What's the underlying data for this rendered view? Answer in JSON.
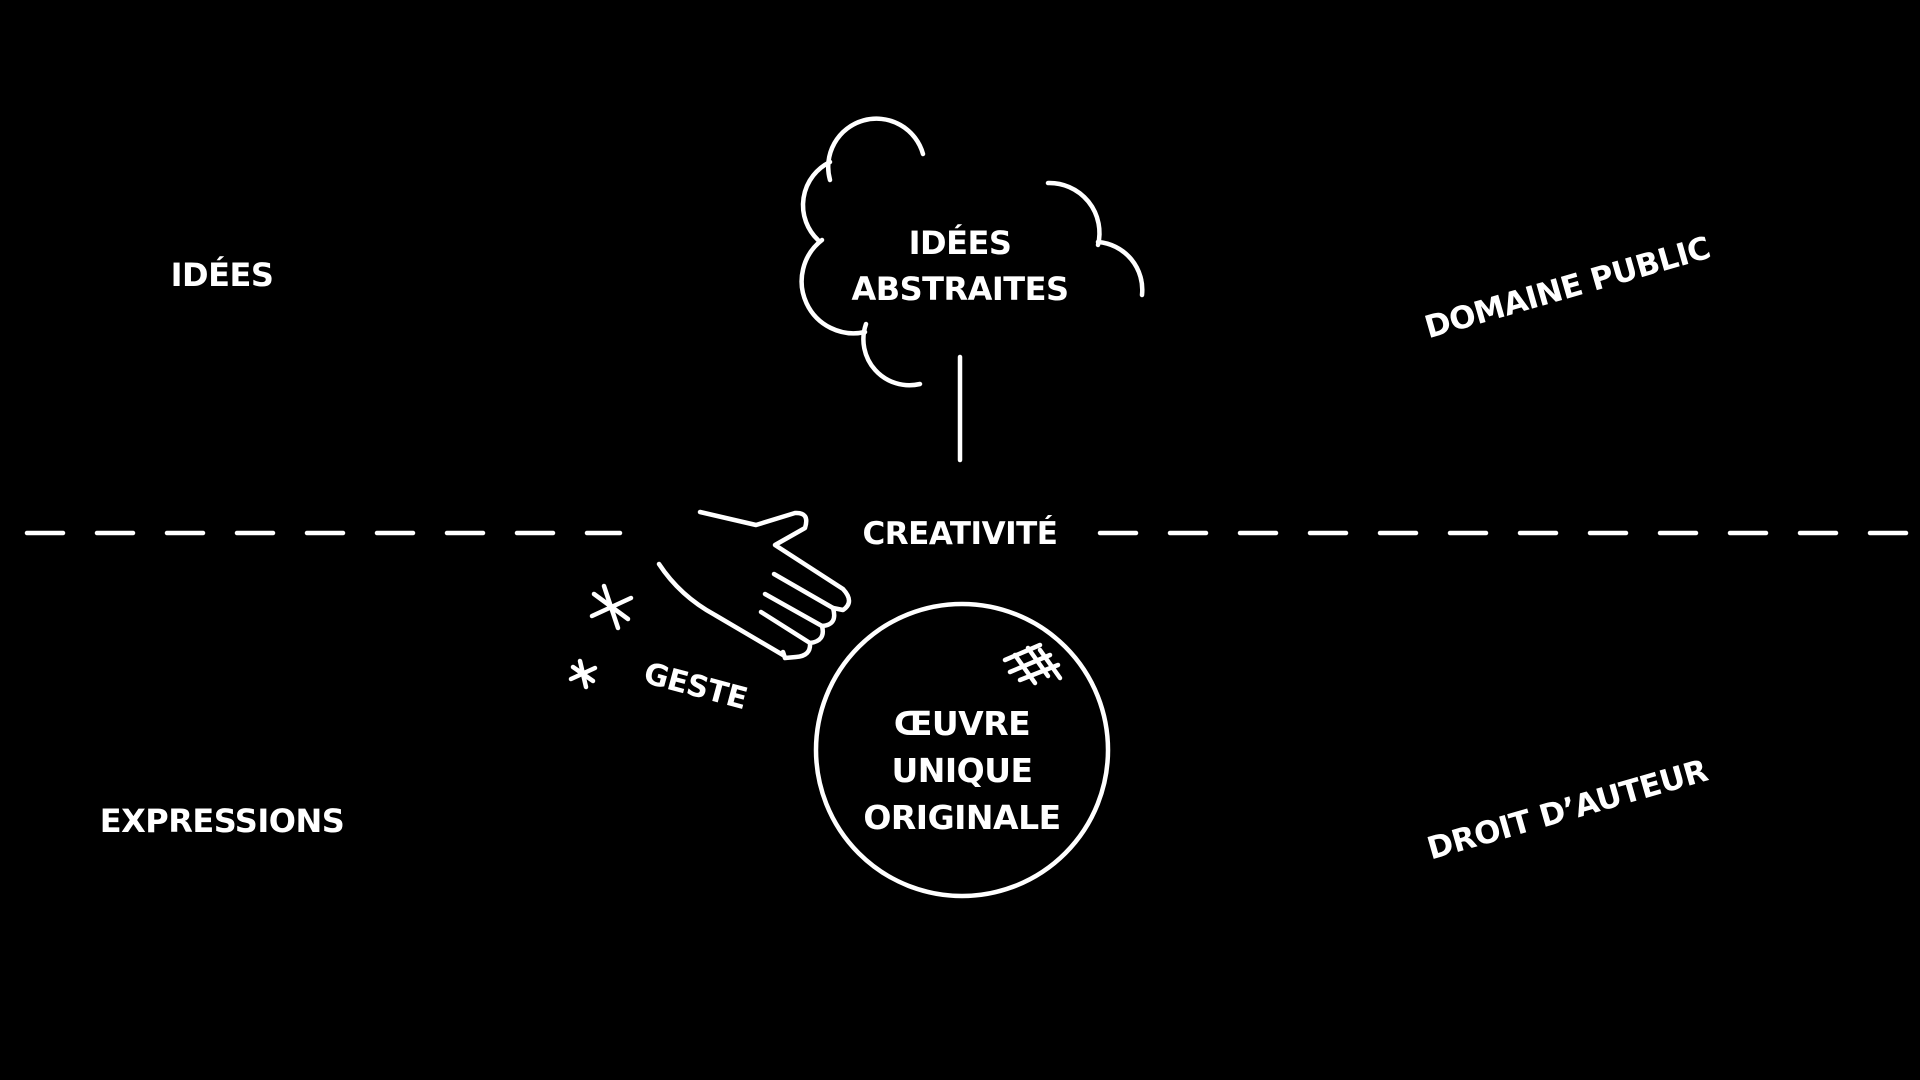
{
  "labels": {
    "idees": "IDÉES",
    "expressions": "EXPRESSIONS",
    "domaine_public": "DOMAINE PUBLIC",
    "droit_auteur": "DROIT D’AUTEUR",
    "creativite": "CREATIVITÉ",
    "geste": "GESTE"
  },
  "cloud": {
    "line1": "IDÉES",
    "line2": "ABSTRAITES"
  },
  "circle": {
    "line1": "ŒUVRE",
    "line2": "UNIQUE",
    "line3": "ORIGINALE"
  },
  "colors": {
    "background": "#000000",
    "foreground": "#ffffff"
  },
  "icons": [
    "cloud-icon",
    "hand-icon",
    "asterisk-icon",
    "hash-icon"
  ]
}
